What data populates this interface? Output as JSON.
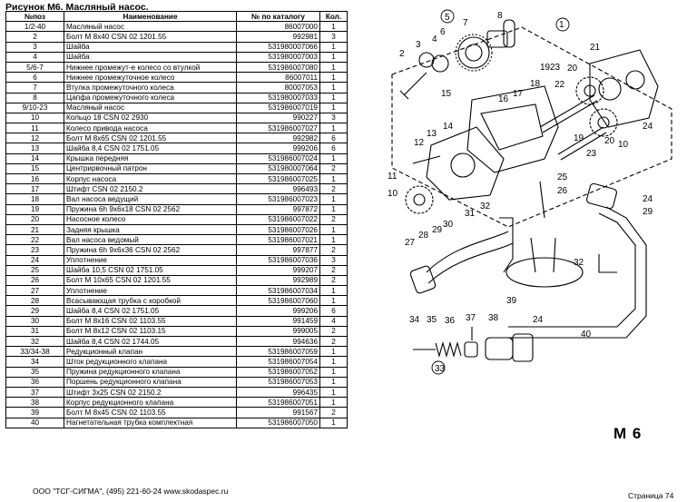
{
  "heading": "Рисунок М6.  Масляный насос.",
  "table": {
    "headers": [
      "№поз",
      "Наименование",
      "№ по каталогу",
      "Кол."
    ],
    "rows": [
      [
        "1/2-40",
        "Масляный насос",
        "86007000",
        "1"
      ],
      [
        "2",
        "Болт M 8x40  CSN 02 1201.55",
        "992981",
        "3"
      ],
      [
        "3",
        "Шайба",
        "531980007066",
        "1"
      ],
      [
        "4",
        "Шайба",
        "531980007003",
        "1"
      ],
      [
        "5/6-7",
        "Нижнее промежут-е колесо со втулкой",
        "531986007080",
        "1"
      ],
      [
        "6",
        "Нижнее промежуточное колесо",
        "86007011",
        "1"
      ],
      [
        "7",
        "Втулка промежуточного колеса",
        "80007053",
        "1"
      ],
      [
        "8",
        "Цапфа промежуточного колеса",
        "531980007033",
        "1"
      ],
      [
        "9/10-23",
        "Масляный насос",
        "531986007019",
        "1"
      ],
      [
        "10",
        "Кольцо 18  CSN 02 2930",
        "990227",
        "3"
      ],
      [
        "11",
        "Колесо привода насоса",
        "531986007027",
        "1"
      ],
      [
        "12",
        "Болт M 8x65  CSN 02 1201.55",
        "992982",
        "6"
      ],
      [
        "13",
        "Шайба 8,4  CSN 02 1751.05",
        "999206",
        "6"
      ],
      [
        "14",
        "Крышка передняя",
        "531986007024",
        "1"
      ],
      [
        "15",
        "Центрирвочный патрон",
        "531980007064",
        "2"
      ],
      [
        "16",
        "Корпус насоса",
        "531986007025",
        "1"
      ],
      [
        "17",
        "Штифт  CSN 02 2150.2",
        "996493",
        "2"
      ],
      [
        "18",
        "Вал насоса ведущий",
        "531986007023",
        "1"
      ],
      [
        "19",
        "Пружина 6h 9x6x18  CSN 02 2562",
        "997872",
        "1"
      ],
      [
        "20",
        "Насосное колесо",
        "531986007022",
        "2"
      ],
      [
        "21",
        "Задняя крышка",
        "531986007026",
        "1"
      ],
      [
        "22",
        "Вал насоса ведомый",
        "531986007021",
        "1"
      ],
      [
        "23",
        "Пружина 6h 9x6x36  CSN 02 2562",
        "997877",
        "2"
      ],
      [
        "24",
        "Уплотнение",
        "531986007036",
        "3"
      ],
      [
        "25",
        "Шайба 10,5  CSN 02 1751.05",
        "999207",
        "2"
      ],
      [
        "26",
        "Болт M 10x65  CSN 02 1201.55",
        "992989",
        "2"
      ],
      [
        "27",
        "Уплотнение",
        "531986007034",
        "1"
      ],
      [
        "28",
        "Всасывающая трубка с коробкой",
        "531986007060",
        "1"
      ],
      [
        "29",
        "Шайба 8,4  CSN 02 1751.05",
        "999206",
        "6"
      ],
      [
        "30",
        "Болт M 8x16  CSN 02 1103.55",
        "991459",
        "4"
      ],
      [
        "31",
        "Болт M 8x12  CSN 02 1103.15",
        "999005",
        "2"
      ],
      [
        "32",
        "Шайба 8,4  CSN 02 1744.05",
        "994636",
        "2"
      ],
      [
        "33/34-38",
        "Редукционный клапан",
        "531986007059",
        "1"
      ],
      [
        "34",
        "Шток редукционного клапана",
        "531986007054",
        "1"
      ],
      [
        "35",
        "Пружина редукционного клапана",
        "531986007052",
        "1"
      ],
      [
        "36",
        "Поршень редукционного клапана",
        "531986007053",
        "1"
      ],
      [
        "37",
        "Штифт 3x25  CSN 02 2150.2",
        "996435",
        "1"
      ],
      [
        "38",
        "Корпус редукционного клапана",
        "531986007051",
        "1"
      ],
      [
        "39",
        "Болт M 8x45  CSN 02 1103.55",
        "991567",
        "2"
      ],
      [
        "40",
        "Нагнетательная трубка комплектная",
        "531986007050",
        "1"
      ]
    ]
  },
  "figure_label": "M 6",
  "footer": "ООО \"ТСГ-СИГМА\", (495) 221-60-24 www.skodaspec.ru",
  "page_number": "Страница 74",
  "callouts": [
    "1",
    "2",
    "3",
    "4",
    "5",
    "6",
    "7",
    "8",
    "10",
    "10",
    "11",
    "12",
    "13",
    "14",
    "15",
    "16",
    "17",
    "18",
    "19",
    "19",
    "20",
    "20",
    "21",
    "22",
    "23",
    "23",
    "24",
    "24",
    "24",
    "25",
    "26",
    "27",
    "28",
    "29",
    "29",
    "30",
    "31",
    "32",
    "32",
    "33",
    "34",
    "35",
    "36",
    "37",
    "38",
    "39",
    "40"
  ]
}
